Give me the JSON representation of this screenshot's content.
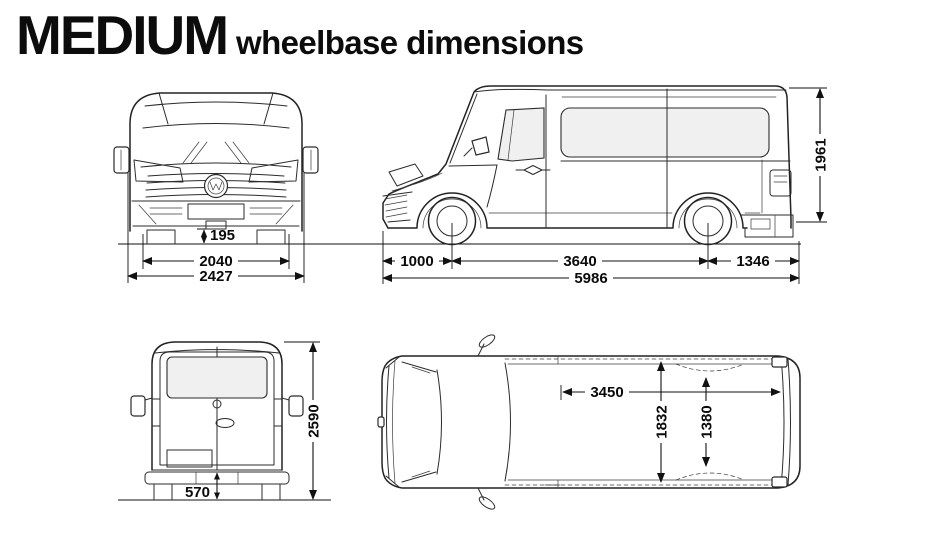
{
  "title": {
    "primary": "MEDIUM",
    "secondary": "wheelbase dimensions"
  },
  "palette": {
    "line": "#222222",
    "dimension": "#111111",
    "window_tint": "#f0f0f0",
    "background": "#ffffff"
  },
  "dimensions": {
    "front": {
      "ground_clearance": "195",
      "body_width": "2040",
      "overall_width": "2427"
    },
    "side": {
      "rear_door_height": "1961",
      "front_overhang": "1000",
      "wheelbase": "3640",
      "rear_overhang": "1346",
      "overall_length": "5986"
    },
    "rear": {
      "bumper_height": "570",
      "overall_height": "2590"
    },
    "top": {
      "load_length": "3450",
      "interior_width": "1832",
      "width_between_wheel_arches": "1380"
    }
  }
}
